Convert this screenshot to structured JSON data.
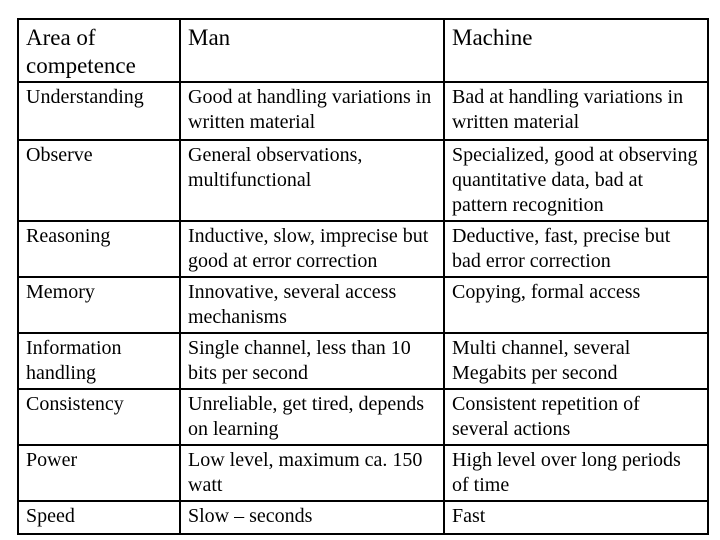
{
  "page": {
    "background_color": "#ffffff",
    "border_color": "#000000",
    "text_color": "#000000"
  },
  "table": {
    "headers": [
      "Area of competence",
      "Man",
      "Machine"
    ],
    "rows": [
      {
        "area": "Understanding",
        "man": "Good at handling variations in written material",
        "machine": "Bad at handling variations in written material"
      },
      {
        "area": "Observe",
        "man": "General observations, multifunctional",
        "machine": "Specialized, good at observing quantitative data, bad at pattern recognition"
      },
      {
        "area": "Reasoning",
        "man": "Inductive, slow, imprecise but good at error correction",
        "machine": "Deductive, fast, precise but bad error correction"
      },
      {
        "area": "Memory",
        "man": "Innovative, several access mechanisms",
        "machine": "Copying, formal access"
      },
      {
        "area": "Information handling",
        "man": "Single channel, less than 10 bits per second",
        "machine": "Multi channel, several Megabits per second"
      },
      {
        "area": "Consistency",
        "man": "Unreliable, get tired, depends on learning",
        "machine": "Consistent repetition of several actions"
      },
      {
        "area": "Power",
        "man": "Low level, maximum ca. 150 watt",
        "machine": "High level over long periods of time"
      },
      {
        "area": "Speed",
        "man": "Slow – seconds",
        "machine": "Fast"
      }
    ]
  }
}
